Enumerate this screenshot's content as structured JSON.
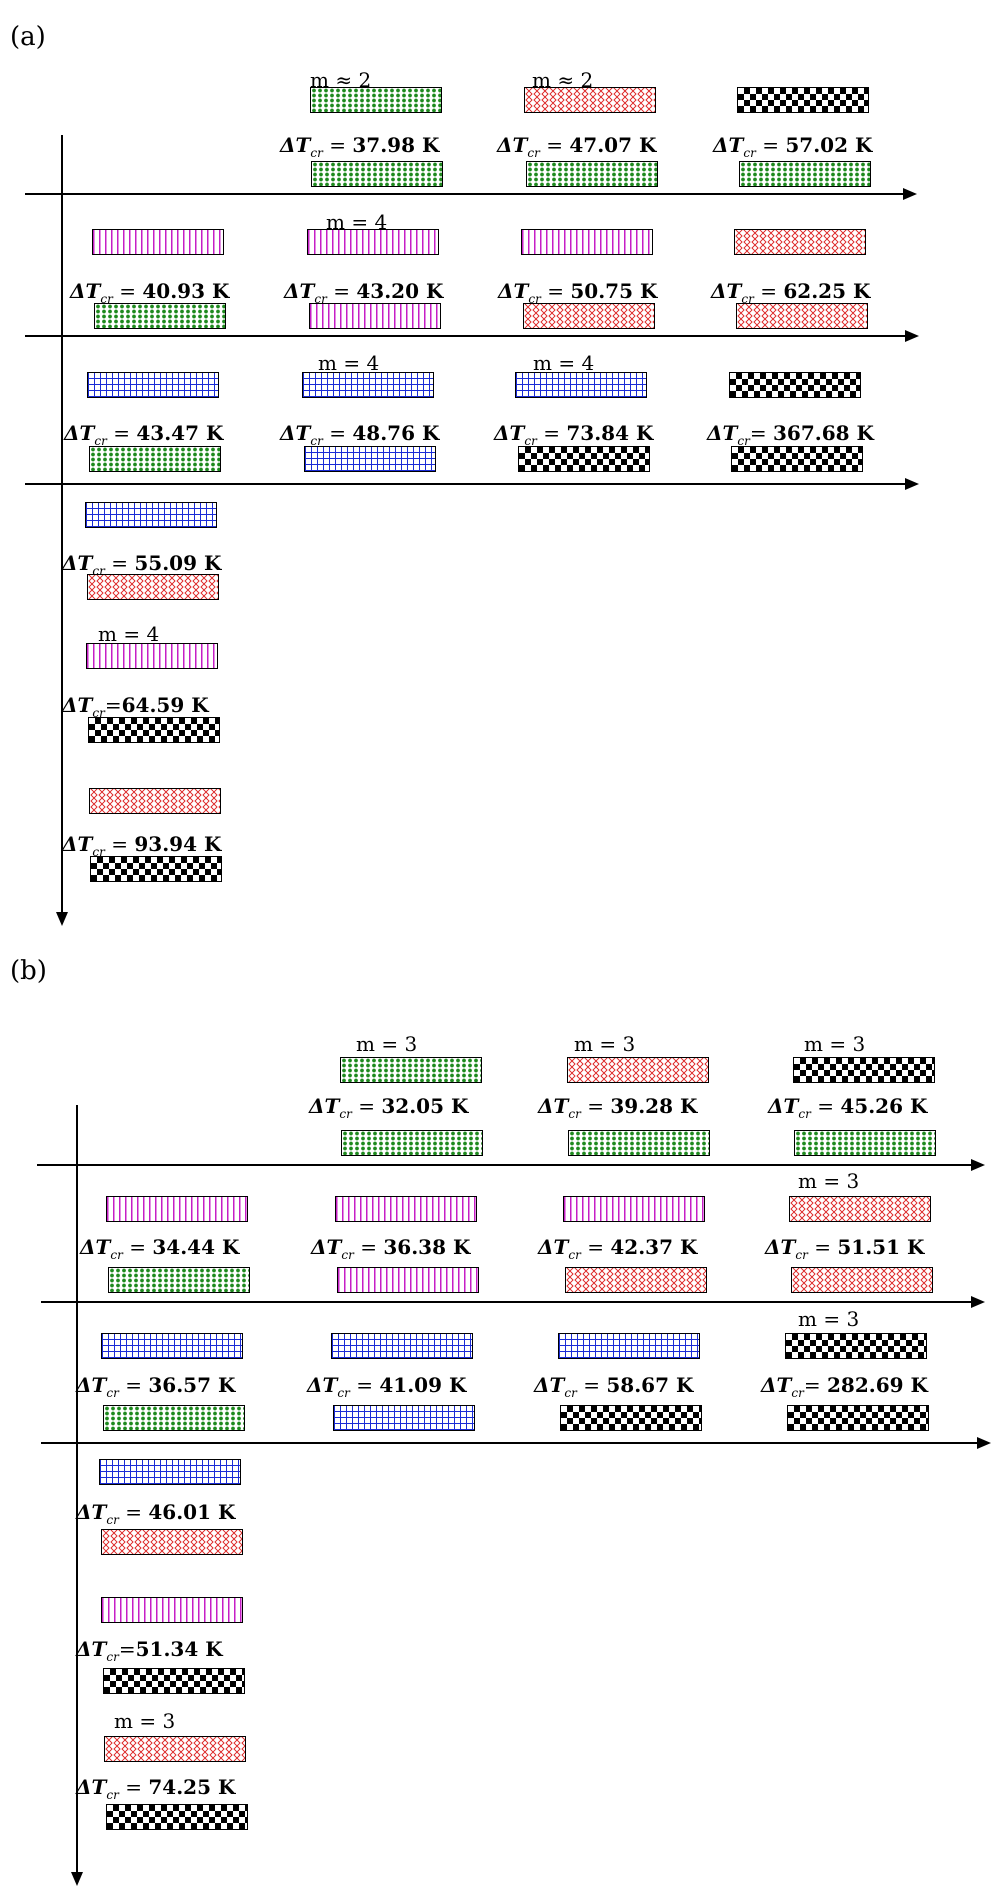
{
  "panel_a": {
    "label": "(a)",
    "m_labels": {
      "r0c1": "m ≈ 2",
      "r0c2": "m ≈ 2",
      "r1c1": "m = 4",
      "r2c1": "m = 4",
      "r2c2": "m = 4",
      "col0_m": "m = 4"
    },
    "values": {
      "r0c1": "37.98 K",
      "r0c2": "47.07 K",
      "r0c3": "57.02 K",
      "r1c0": "40.93 K",
      "r1c1": "43.20 K",
      "r1c2": "50.75 K",
      "r1c3": "62.25 K",
      "r2c0": "43.47 K",
      "r2c1": "48.76 K",
      "r2c2": "73.84 K",
      "r2c3": "367.68 K",
      "col0a": "55.09 K",
      "col0b": "64.59 K",
      "col0c": "93.94 K"
    }
  },
  "panel_b": {
    "label": "(b)",
    "m_labels": {
      "r0c1": "m = 3",
      "r0c2": "m = 3",
      "r0c3": "m = 3",
      "r1c3": "m = 3",
      "r2c3": "m = 3",
      "col0_m": "m = 3"
    },
    "values": {
      "r0c1": "32.05 K",
      "r0c2": "39.28 K",
      "r0c3": "45.26 K",
      "r1c0": "34.44 K",
      "r1c1": "36.38 K",
      "r1c2": "42.37 K",
      "r1c3": "51.51 K",
      "r2c0": "36.57 K",
      "r2c1": "41.09 K",
      "r2c2": "58.67 K",
      "r2c3": "282.69 K",
      "col0a": "46.01 K",
      "col0b": "51.34 K",
      "col0c": "74.25 K"
    }
  },
  "symbol": {
    "delta": "ΔT",
    "sub": "cr"
  },
  "colors": {
    "green": "#1f8a1f",
    "red": "#e03a3a",
    "magenta": "#c61ec6",
    "blue": "#1a2bd6",
    "black": "#000000"
  }
}
